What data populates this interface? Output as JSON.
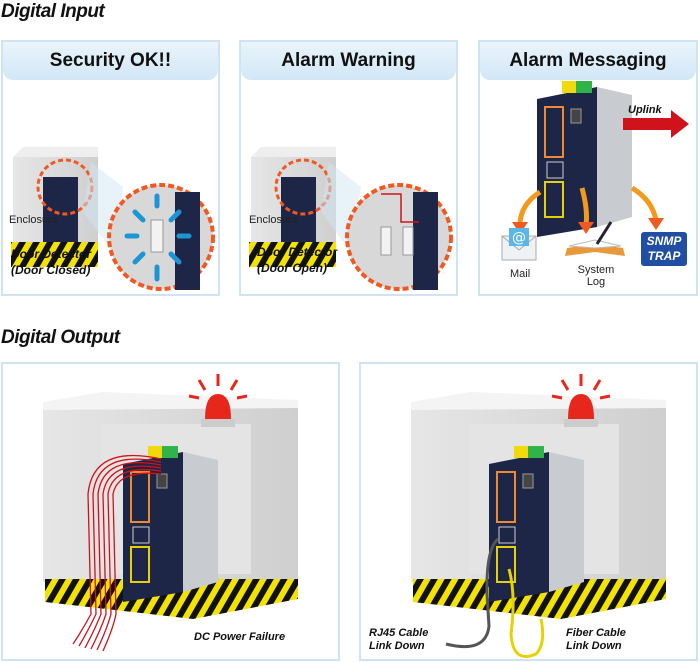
{
  "digital_input": {
    "title": "Digital Input",
    "panels": [
      {
        "header": "Security OK!!",
        "enclosure_label": "Enclosure",
        "caption_line1": "Door Detector",
        "caption_line2": "(Door Closed)"
      },
      {
        "header": "Alarm Warning",
        "enclosure_label": "Enclosure",
        "caption_line1": "Door Detector",
        "caption_line2": "(Door Open)"
      },
      {
        "header": "Alarm Messaging",
        "uplink_label": "Uplink",
        "mail_label": "Mail",
        "syslog_line1": "System",
        "syslog_line2": "Log",
        "snmp_line1": "SNMP",
        "snmp_line2": "TRAP"
      }
    ]
  },
  "digital_output": {
    "title": "Digital Output",
    "panels": [
      {
        "caption": "DC Power Failure"
      },
      {
        "rj45_line1": "RJ45 Cable",
        "rj45_line2": "Link Down",
        "fiber_line1": "Fiber Cable",
        "fiber_line2": "Link Down"
      }
    ]
  },
  "colors": {
    "panel_border": "#cfe3f2",
    "header_bg": "#d2e7f6",
    "alarm_red": "#e8271c",
    "highlight_orange": "#f05a22",
    "uplink_red": "#d0121b",
    "snmp_blue": "#1f4ea3"
  }
}
